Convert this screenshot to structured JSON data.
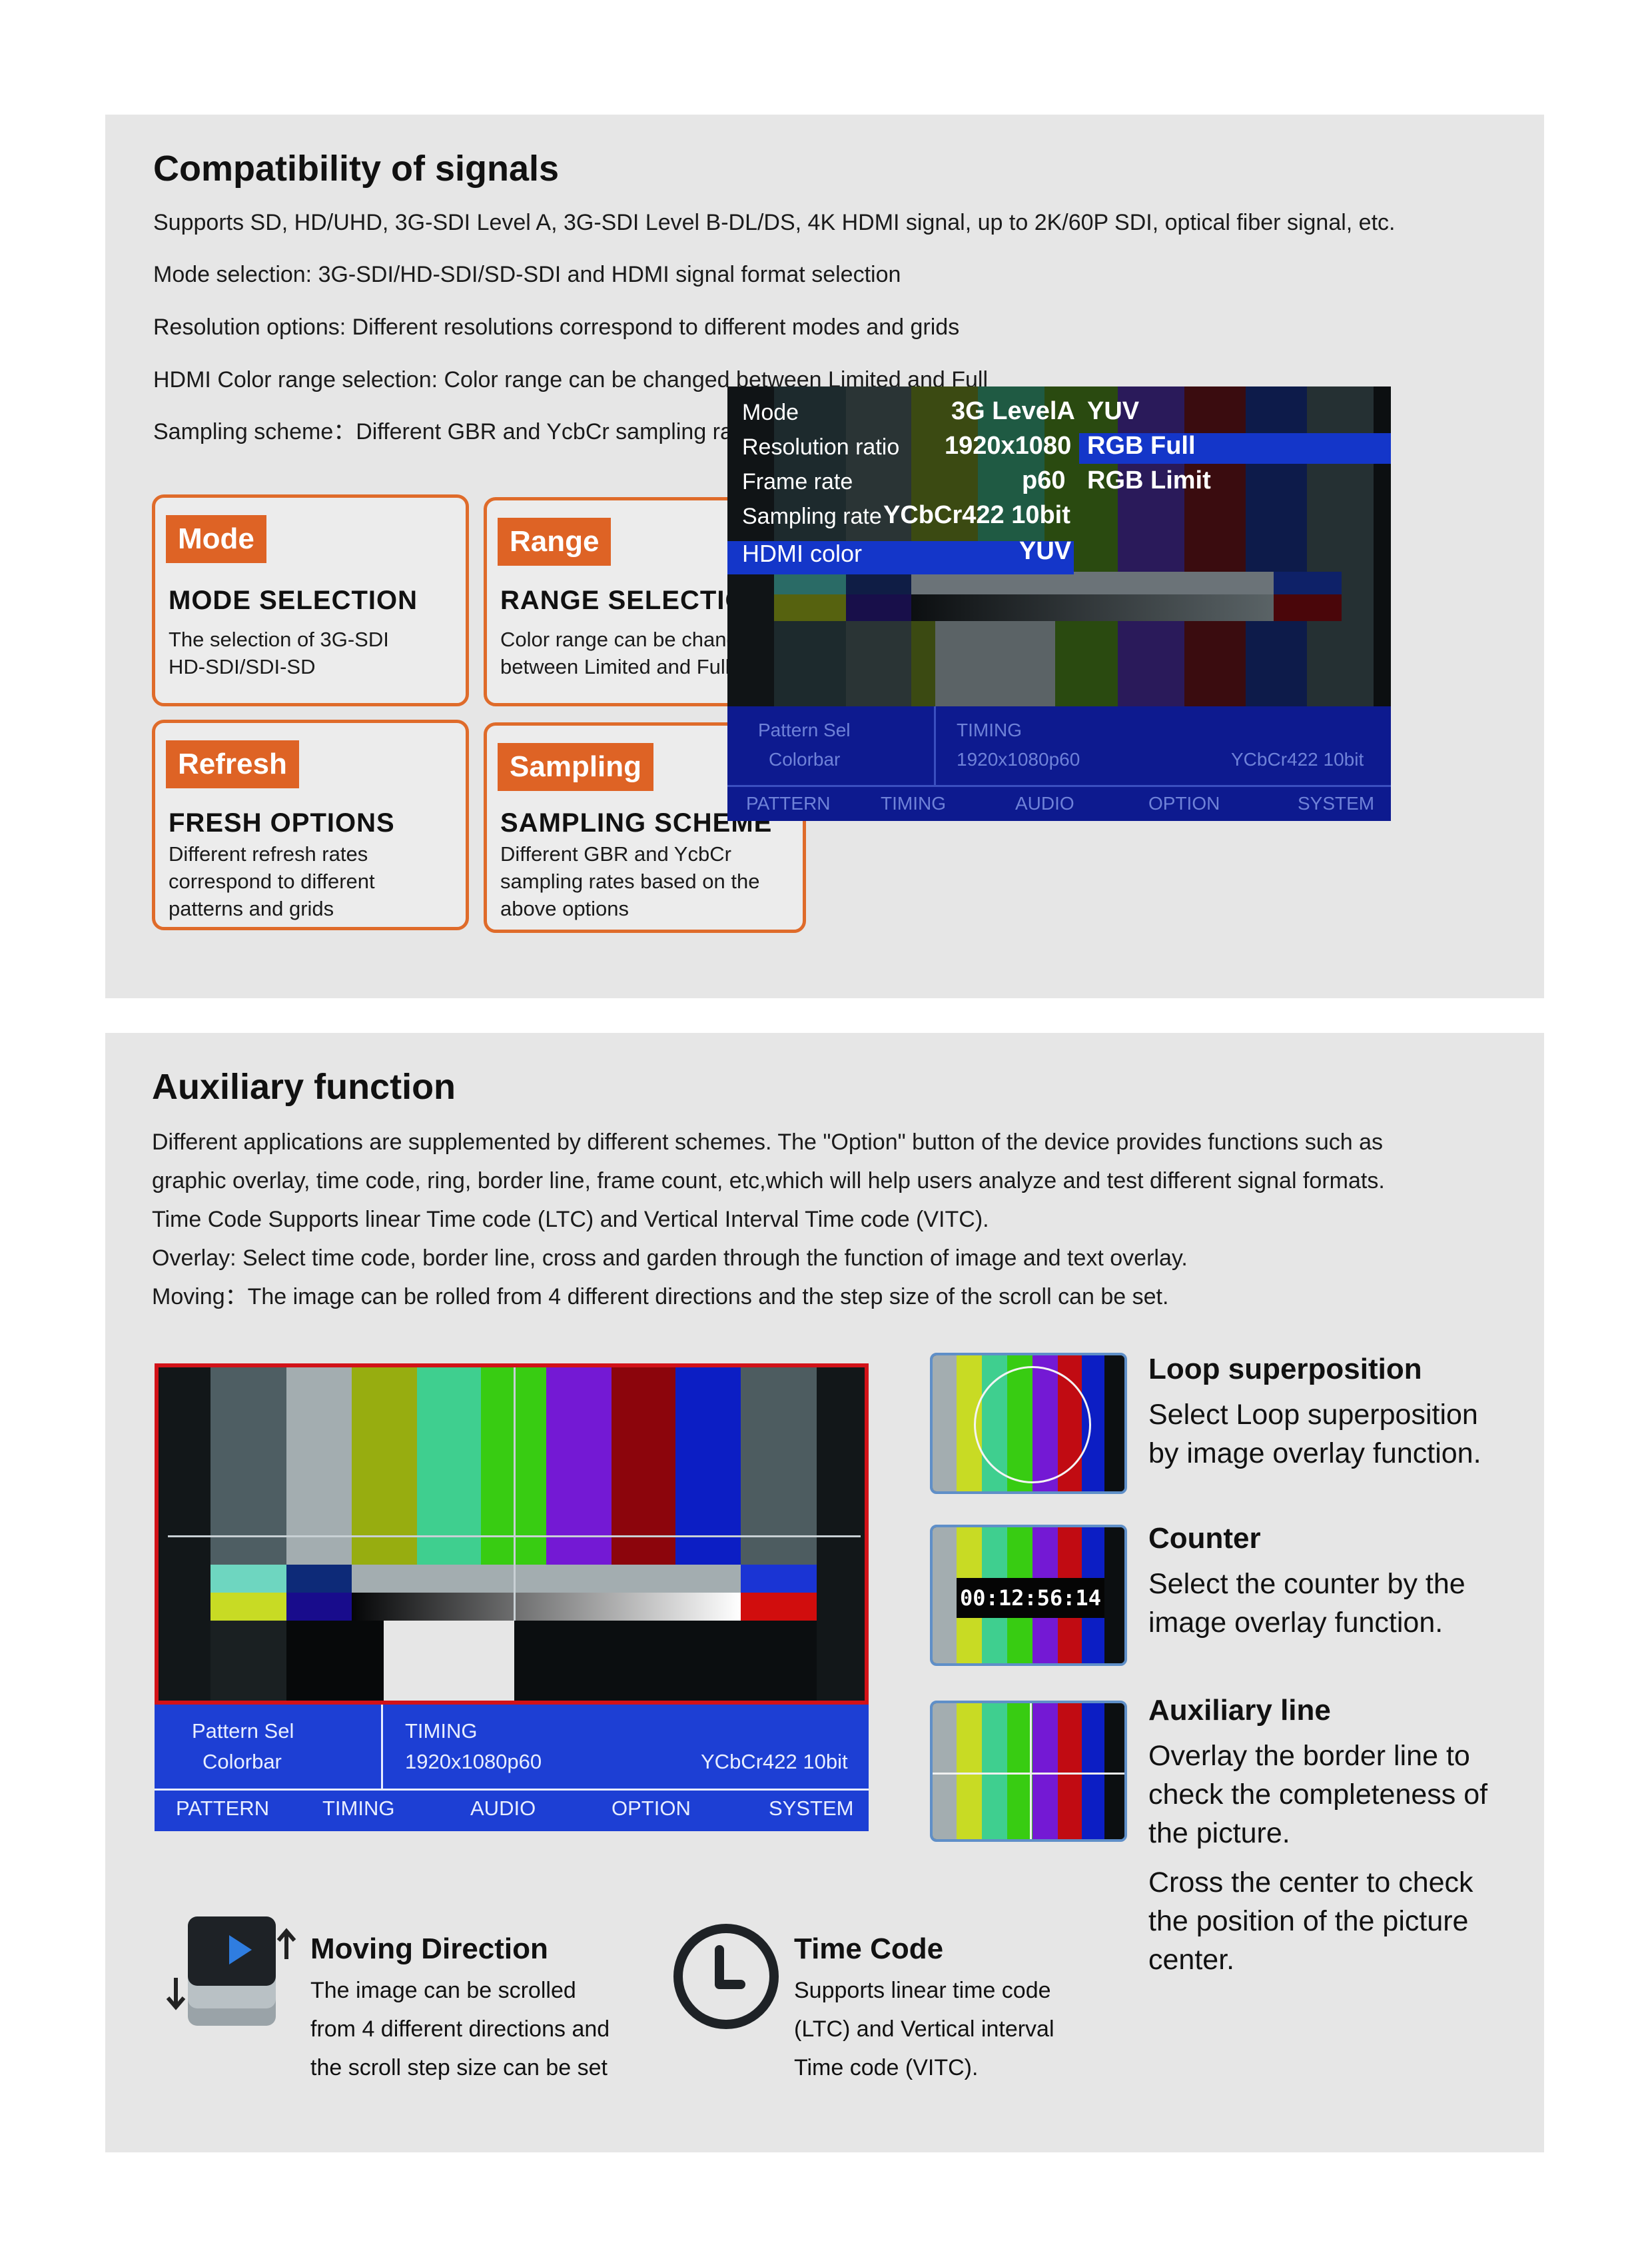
{
  "section1": {
    "title": "Compatibility of signals",
    "lines": [
      "Supports SD, HD/UHD, 3G-SDI Level A, 3G-SDI Level B-DL/DS, 4K HDMI signal, up to 2K/60P SDI, optical fiber signal, etc.",
      "Mode selection: 3G-SDI/HD-SDI/SD-SDI and HDMI signal format selection",
      "Resolution options: Different resolutions correspond to different modes and grids",
      "HDMI Color range selection: Color range can be changed between Limited and Full",
      "Sampling scheme：Different GBR and YcbCr sampling rates based on the above options"
    ],
    "cards": [
      {
        "badge": "Mode",
        "title": "MODE SELECTION",
        "desc1": "The selection of 3G-SDI",
        "desc2": "HD-SDI/SDI-SD",
        "desc3": ""
      },
      {
        "badge": "Range",
        "title": "RANGE SELECTION",
        "desc1": "Color range can be changed",
        "desc2": "between Limited and Full",
        "desc3": ""
      },
      {
        "badge": "Refresh",
        "title": "FRESH OPTIONS",
        "desc1": "Different refresh rates",
        "desc2": "correspond to different",
        "desc3": "patterns and grids"
      },
      {
        "badge": "Sampling",
        "title": "SAMPLING SCHEME",
        "desc1": "Different GBR and YcbCr",
        "desc2": "sampling rates based on the",
        "desc3": "above options"
      }
    ],
    "screen": {
      "rows": [
        {
          "label": "Mode",
          "value": "3G LevelA"
        },
        {
          "label": "Resolution ratio",
          "value": "1920x1080"
        },
        {
          "label": "Frame rate",
          "value": "p60"
        },
        {
          "label": "Sampling rate",
          "value": "YCbCr422 10bit"
        },
        {
          "label": "HDMI color",
          "value": "YUV"
        }
      ],
      "options": [
        "YUV",
        "RGB Full",
        "RGB Limit"
      ],
      "pattern_sel": "Pattern Sel",
      "pattern_val": "Colorbar",
      "timing_label": "TIMING",
      "timing_val": "1920x1080p60",
      "sampling_val": "YCbCr422 10bit",
      "menu": [
        "PATTERN",
        "TIMING",
        "AUDIO",
        "OPTION",
        "SYSTEM"
      ]
    }
  },
  "section2": {
    "title": "Auxiliary function",
    "lines": [
      "Different applications are supplemented by different schemes. The \"Option\" button of the device provides functions such as",
      "graphic overlay, time code, ring, border line, frame count, etc,which will help users analyze and test different signal formats.",
      "Time Code  Supports linear Time code (LTC) and Vertical Interval Time code (VITC).",
      "Overlay: Select time code, border line, cross and garden through the function of image and text overlay.",
      "Moving：The image can be rolled from 4 different directions and the step size of the scroll can be set."
    ],
    "screen": {
      "pattern_sel": "Pattern Sel",
      "pattern_val": "Colorbar",
      "timing_label": "TIMING",
      "timing_val": "1920x1080p60",
      "sampling_val": "YCbCr422 10bit",
      "menu": [
        "PATTERN",
        "TIMING",
        "AUDIO",
        "OPTION",
        "SYSTEM"
      ]
    },
    "features": [
      {
        "title": "Loop superposition",
        "desc": [
          "Select Loop superposition",
          "by image overlay function."
        ]
      },
      {
        "title": "Counter",
        "desc": [
          "Select the counter by the",
          "image overlay function."
        ],
        "counter": "00:12:56:14"
      },
      {
        "title": "Auxiliary line",
        "desc": [
          "Overlay the border line to",
          "check the completeness of",
          "the picture."
        ],
        "desc_extra": [
          "Cross the center to check",
          "the position of the picture",
          "center."
        ]
      }
    ],
    "moving": {
      "title": "Moving Direction",
      "desc": [
        "The image can be scrolled",
        "from 4 different directions and",
        "the scroll step size can be set"
      ],
      "icon": "scroll-direction-icon"
    },
    "timecode": {
      "title": "Time Code",
      "desc": [
        "Supports linear time code",
        "(LTC) and Vertical interval",
        "Time code (VITC)."
      ],
      "icon": "clock-icon"
    }
  },
  "colors": {
    "accent_orange": "#de6325",
    "menu_blue": "#1d3fd4",
    "highlight_blue": "#1436c9",
    "frame_red": "#d21218",
    "panel_gray": "#e6e6e6"
  }
}
